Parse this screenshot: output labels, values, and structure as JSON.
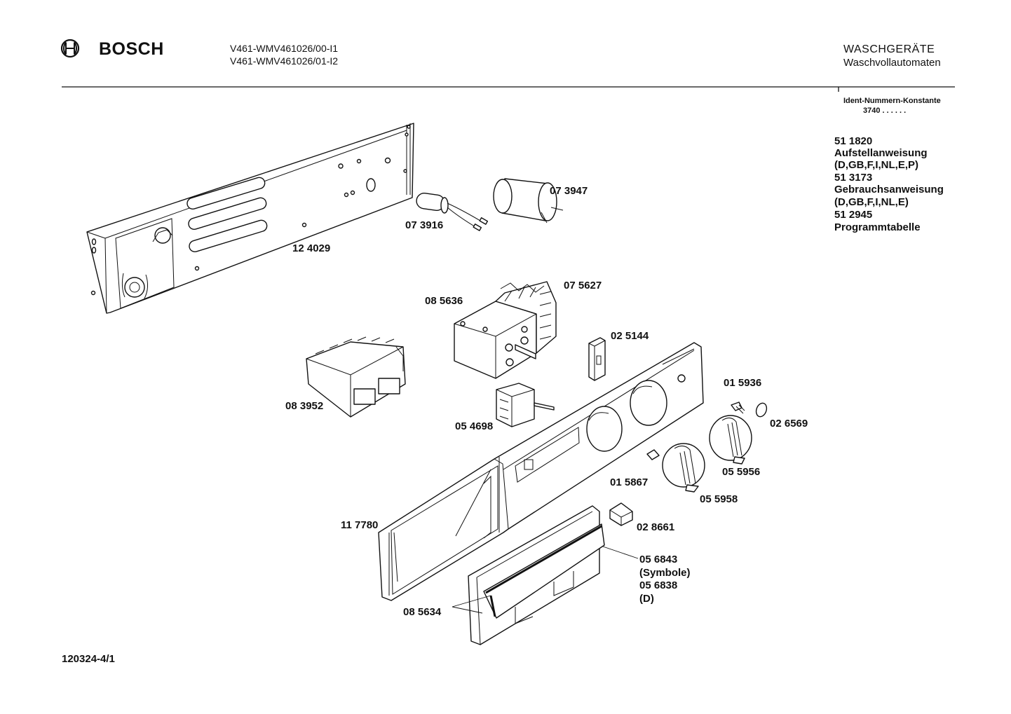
{
  "header": {
    "brand": "BOSCH",
    "model_line_1": "V461-WMV461026/00-I1",
    "model_line_2": "V461-WMV461026/01-I2",
    "category_1": "WASCHGERÄTE",
    "category_2": "Waschvollautomaten"
  },
  "ident": {
    "title": "Ident-Nummern-Konstante",
    "value": "3740  . .   . . . ."
  },
  "documents": [
    "51 1820",
    "Aufstellanweisung",
    "(D,GB,F,I,NL,E,P)",
    "51 3173",
    "Gebrauchsanweisung",
    "(D,GB,F,I,NL,E)",
    "51 2945",
    "Programmtabelle"
  ],
  "parts": {
    "p124029": "12 4029",
    "p073916": "07 3916",
    "p073947": "07 3947",
    "p075627": "07 5627",
    "p085636": "08 5636",
    "p025144": "02 5144",
    "p083952": "08 3952",
    "p054698": "05 4698",
    "p015936": "01 5936",
    "p026569": "02 6569",
    "p055956": "05 5956",
    "p015867": "01 5867",
    "p055958": "05 5958",
    "p117780": "11 7780",
    "p028661": "02 8661",
    "p056843": "05 6843",
    "p056843_note": "(Symbole)",
    "p056838": "05 6838",
    "p056838_note": "(D)",
    "p085634": "08 5634"
  },
  "footer": {
    "drawing_number": "120324-4/1"
  }
}
